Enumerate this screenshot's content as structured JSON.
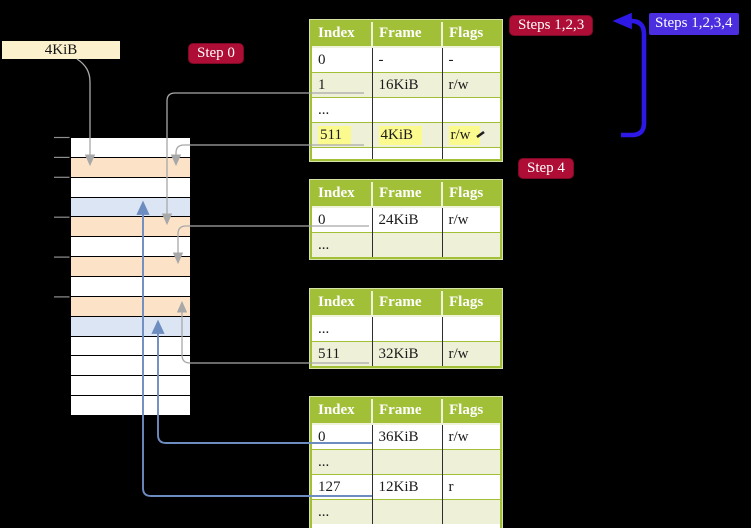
{
  "frame_size_label": "4KiB",
  "step_labels": {
    "step0": "Step 0",
    "steps123": "Steps 1,2,3",
    "steps1234": "Steps 1,2,3,4",
    "step4": "Step 4"
  },
  "memory_strip": {
    "row_colors": [
      "#ffffff",
      "#fce3c8",
      "#ffffff",
      "#dbe5f3",
      "#fce3c8",
      "#ffffff",
      "#fce3c8",
      "#ffffff",
      "#fce3c8",
      "#dbe5f3",
      "#ffffff",
      "#ffffff",
      "#ffffff",
      "#ffffff"
    ],
    "tick_count": 6
  },
  "tables": [
    {
      "headers": [
        "Index",
        "Frame",
        "Flags"
      ],
      "rows": [
        {
          "cells": [
            "0",
            "-",
            "-"
          ]
        },
        {
          "cells": [
            "1",
            "16KiB",
            "r/w"
          ]
        },
        {
          "cells": [
            "...",
            "",
            ""
          ]
        },
        {
          "cells": [
            "511",
            "4KiB",
            "r/w"
          ],
          "highlight": true
        },
        {
          "cells": [
            "",
            "",
            ""
          ]
        }
      ]
    },
    {
      "headers": [
        "Index",
        "Frame",
        "Flags"
      ],
      "rows": [
        {
          "cells": [
            "0",
            "24KiB",
            "r/w"
          ]
        },
        {
          "cells": [
            "...",
            "",
            ""
          ]
        }
      ]
    },
    {
      "headers": [
        "Index",
        "Frame",
        "Flags"
      ],
      "rows": [
        {
          "cells": [
            "...",
            "",
            ""
          ]
        },
        {
          "cells": [
            "511",
            "32KiB",
            "r/w"
          ]
        }
      ]
    },
    {
      "headers": [
        "Index",
        "Frame",
        "Flags"
      ],
      "rows": [
        {
          "cells": [
            "0",
            "36KiB",
            "r/w"
          ]
        },
        {
          "cells": [
            "...",
            "",
            ""
          ]
        },
        {
          "cells": [
            "127",
            "12KiB",
            "r"
          ]
        },
        {
          "cells": [
            "...",
            "",
            ""
          ]
        }
      ]
    }
  ],
  "arrows": [
    {
      "color": "#a8a8a8",
      "from": "4KiB label",
      "to": "memory row 2"
    },
    {
      "color": "#a8a8a8",
      "from": "table1 entry 1 (16KiB)",
      "to": "memory row 5"
    },
    {
      "color": "#a8a8a8",
      "from": "table1 entry 511 (4KiB)",
      "to": "memory row 2"
    },
    {
      "color": "#a8a8a8",
      "from": "table2 entry 0 (24KiB)",
      "to": "memory row 7"
    },
    {
      "color": "#a8a8a8",
      "from": "table3 entry 511 (32KiB)",
      "to": "memory row 9"
    },
    {
      "color": "#6d8cbf",
      "from": "table4 entry 0 (36KiB)",
      "to": "memory row 10"
    },
    {
      "color": "#6d8cbf",
      "from": "table4 entry 127 (12KiB)",
      "to": "memory row 4"
    },
    {
      "color": "#2d18e6",
      "from": "table1 entry 511",
      "to": "table1 (recursive loop)"
    }
  ],
  "colors": {
    "table_header_green": "#a1c038",
    "table_row_green": "#eef0d8",
    "highlight_yellow": "#fbfa8f",
    "page_table_orange": "#fce3c8",
    "mapped_page_blue": "#dbe5f3",
    "label_cream": "#fcf1cd",
    "step_label_red": "#ae0e35",
    "steps_label_blue": "#4b2ee0",
    "recursive_arrow_indigo": "#2d18e6",
    "pointer_gray": "#a8a8a8",
    "pointer_steel_blue": "#6d8cbf"
  }
}
